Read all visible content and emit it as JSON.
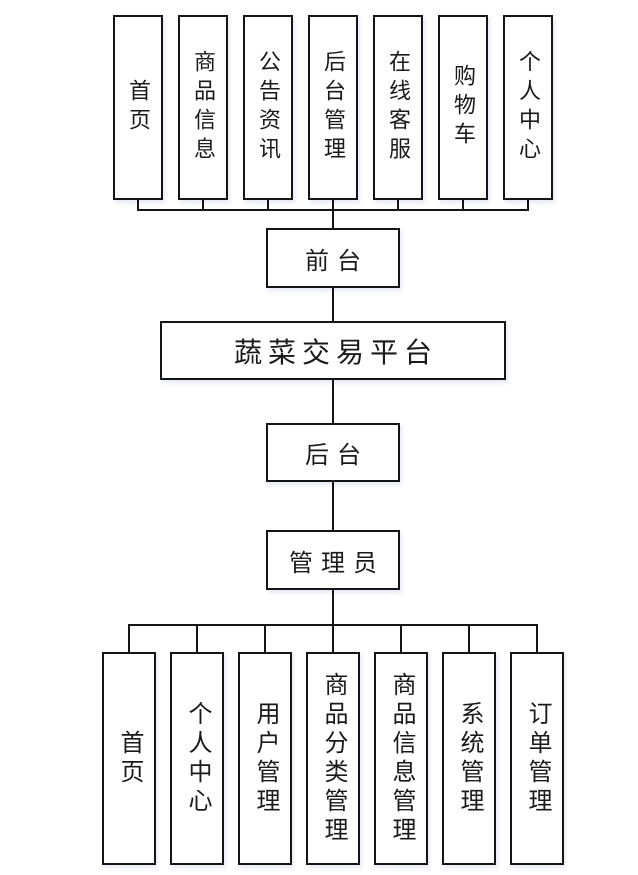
{
  "diagram": {
    "title_node": {
      "label": "蔬菜交易平台"
    },
    "frontend_node": {
      "label": "前台"
    },
    "backend_node": {
      "label": "后台"
    },
    "admin_node": {
      "label": "管理员"
    },
    "frontend_modules": [
      {
        "label": "首页"
      },
      {
        "label": "商品信息"
      },
      {
        "label": "公告资讯"
      },
      {
        "label": "后台管理"
      },
      {
        "label": "在线客服"
      },
      {
        "label": "购物车"
      },
      {
        "label": "个人中心"
      }
    ],
    "admin_modules": [
      {
        "label": "首页"
      },
      {
        "label": "个人中心"
      },
      {
        "label": "用户管理"
      },
      {
        "label": "商品分类管理"
      },
      {
        "label": "商品信息管理"
      },
      {
        "label": "系统管理"
      },
      {
        "label": "订单管理"
      }
    ],
    "line_color": "#151515",
    "box_fill": "#ffffff"
  }
}
